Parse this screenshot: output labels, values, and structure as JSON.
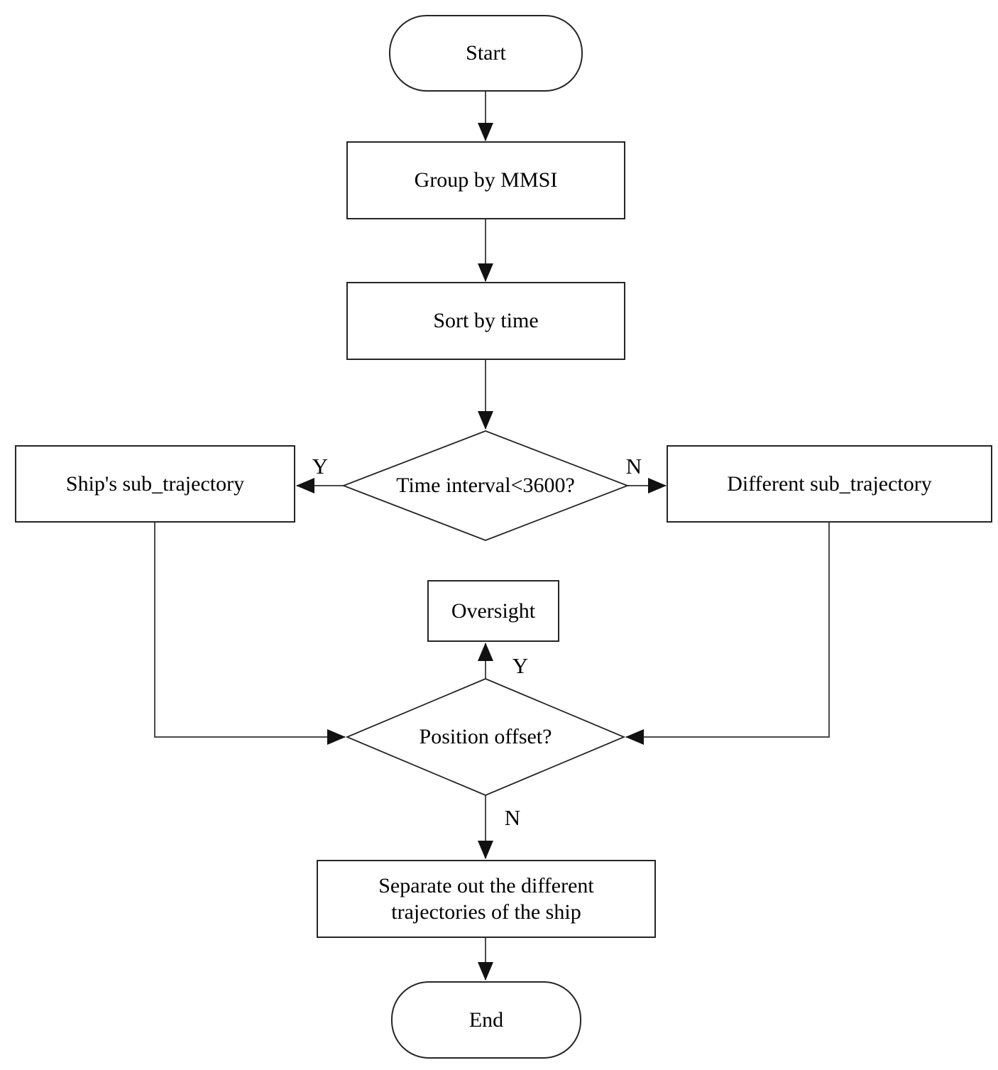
{
  "flowchart": {
    "nodes": {
      "start": {
        "label": "Start",
        "type": "terminator"
      },
      "group_by_mmsi": {
        "label": "Group by MMSI",
        "type": "process"
      },
      "sort_by_time": {
        "label": "Sort by time",
        "type": "process"
      },
      "time_interval_check": {
        "label": "Time interval<3600?",
        "type": "decision"
      },
      "ships_sub_trajectory": {
        "label": "Ship's sub_trajectory",
        "type": "process"
      },
      "different_sub_trajectory": {
        "label": "Different sub_trajectory",
        "type": "process"
      },
      "oversight": {
        "label": "Oversight",
        "type": "process"
      },
      "position_offset_check": {
        "label": "Position offset?",
        "type": "decision"
      },
      "separate_trajectories": {
        "label": "Separate out the different trajectories of the ship",
        "type": "process"
      },
      "end": {
        "label": "End",
        "type": "terminator"
      }
    },
    "branch_labels": {
      "time_interval_yes": "Y",
      "time_interval_no": "N",
      "position_offset_yes": "Y",
      "position_offset_no": "N"
    },
    "edges": [
      {
        "from": "start",
        "to": "group_by_mmsi"
      },
      {
        "from": "group_by_mmsi",
        "to": "sort_by_time"
      },
      {
        "from": "sort_by_time",
        "to": "time_interval_check"
      },
      {
        "from": "time_interval_check",
        "to": "ships_sub_trajectory",
        "label": "Y"
      },
      {
        "from": "time_interval_check",
        "to": "different_sub_trajectory",
        "label": "N"
      },
      {
        "from": "ships_sub_trajectory",
        "to": "position_offset_check"
      },
      {
        "from": "different_sub_trajectory",
        "to": "position_offset_check"
      },
      {
        "from": "position_offset_check",
        "to": "oversight",
        "label": "Y"
      },
      {
        "from": "position_offset_check",
        "to": "separate_trajectories",
        "label": "N"
      },
      {
        "from": "separate_trajectories",
        "to": "end"
      }
    ],
    "colors": {
      "background": "#ffffff",
      "shape_fill": "#ffffff",
      "shape_border": "#262626",
      "connector": "#4a4a4a",
      "arrowhead": "#111111",
      "text": "#000000"
    }
  }
}
